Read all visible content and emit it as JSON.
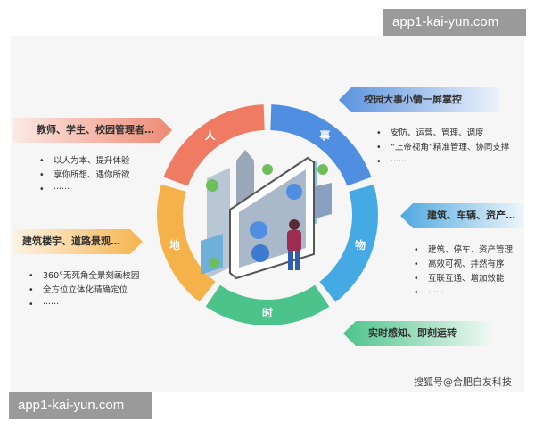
{
  "watermarks": {
    "top": "app1-kai-yun.com",
    "bottom": "app1-kai-yun.com"
  },
  "ring": [
    {
      "label": "人",
      "color": "#ee7b62"
    },
    {
      "label": "事",
      "color": "#4f8ee0"
    },
    {
      "label": "物",
      "color": "#45a9e3"
    },
    {
      "label": "时",
      "color": "#4cc38a"
    },
    {
      "label": "地",
      "color": "#f6b24a"
    }
  ],
  "people": {
    "title": "教师、学生、校园管理者…",
    "items": [
      "以人为本、提升体验",
      "享你所想、遇你所欲",
      "······"
    ]
  },
  "place": {
    "title": "建筑楼宇、道路景观…",
    "items": [
      "360°无死角全景刻画校园",
      "全方位立体化精确定位",
      "······"
    ]
  },
  "events": {
    "title": "校园大事小情一屏掌控",
    "items": [
      "安防、运营、管理、调度",
      "“上帝视角”精准管理、协同支撑",
      "······"
    ]
  },
  "things": {
    "title": "建筑、车辆、资产…",
    "items": [
      "建筑、停车、资产管理",
      "高效可视、井然有序",
      "互联互通、增加效能",
      "······"
    ]
  },
  "time": {
    "title": "实时感知、即刻运转"
  },
  "credit": "搜狐号@合肥自友科技"
}
